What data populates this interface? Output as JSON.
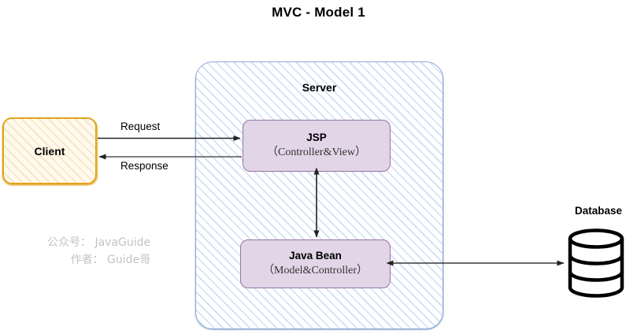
{
  "diagram": {
    "title": "MVC  - Model 1",
    "background": "#ffffff"
  },
  "nodes": {
    "client": {
      "label": "Client",
      "stroke": "#e3a21a",
      "fill": "#fbe6c2",
      "shape": "rounded-rect-hatched"
    },
    "server": {
      "label": "Server",
      "stroke": "#8ba9d6",
      "fill": "#cfdff4",
      "shape": "rounded-rect-hatched-container"
    },
    "jsp": {
      "title": "JSP",
      "subtitle": "（Controller&View）",
      "stroke": "#9673a6",
      "fill": "#e1d5e7",
      "shape": "rounded-rect"
    },
    "javabean": {
      "title": "Java Bean",
      "subtitle": "（Model&Controller）",
      "stroke": "#9673a6",
      "fill": "#e1d5e7",
      "shape": "rounded-rect"
    },
    "database": {
      "label": "Database",
      "stroke": "#000000",
      "fill": "#ffffff",
      "shape": "cylinder"
    }
  },
  "edges": [
    {
      "id": "client-to-jsp",
      "label": "Request",
      "from": "client",
      "to": "jsp",
      "direction": "forward"
    },
    {
      "id": "jsp-to-client",
      "label": "Response",
      "from": "jsp",
      "to": "client",
      "direction": "forward"
    },
    {
      "id": "jsp-javabean",
      "label": "",
      "from": "jsp",
      "to": "javabean",
      "direction": "bidirectional"
    },
    {
      "id": "javabean-database",
      "label": "",
      "from": "javabean",
      "to": "database",
      "direction": "bidirectional"
    }
  ],
  "watermark": {
    "line1": "公众号： JavaGuide",
    "line2": "作者： Guide哥",
    "color": "#c3c3c3"
  }
}
